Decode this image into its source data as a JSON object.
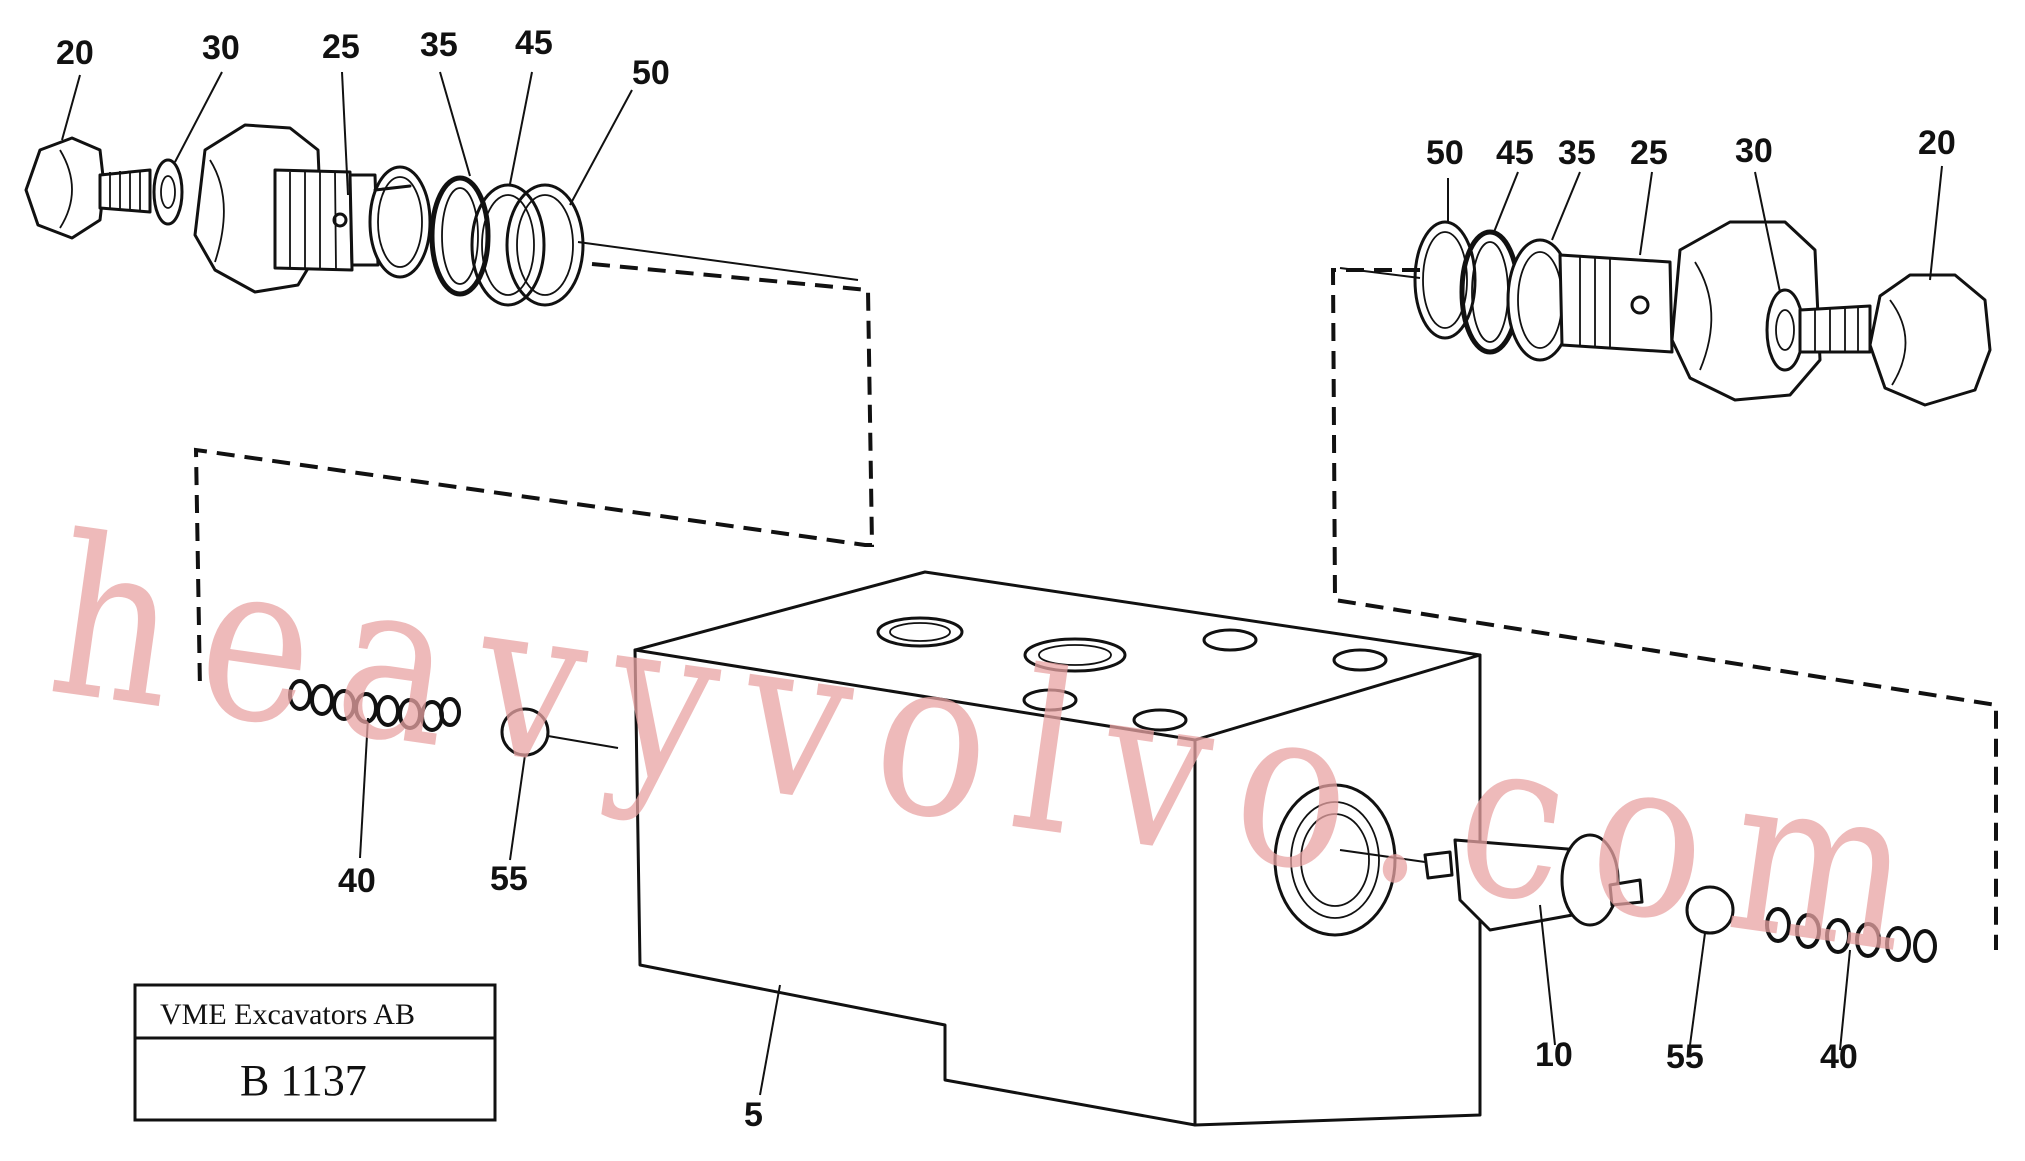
{
  "diagram": {
    "labels_top_left": [
      "20",
      "30",
      "25",
      "35",
      "45",
      "50"
    ],
    "labels_top_right": [
      "50",
      "45",
      "35",
      "25",
      "30",
      "20"
    ],
    "labels_bottom": {
      "left_spring": "40",
      "left_ball": "55",
      "block": "5",
      "piston": "10",
      "right_ball": "55",
      "right_spring": "40"
    }
  },
  "title_block": {
    "company": "VME Excavators AB",
    "code": "B 1137"
  },
  "watermark": "heavyvolvo.com"
}
